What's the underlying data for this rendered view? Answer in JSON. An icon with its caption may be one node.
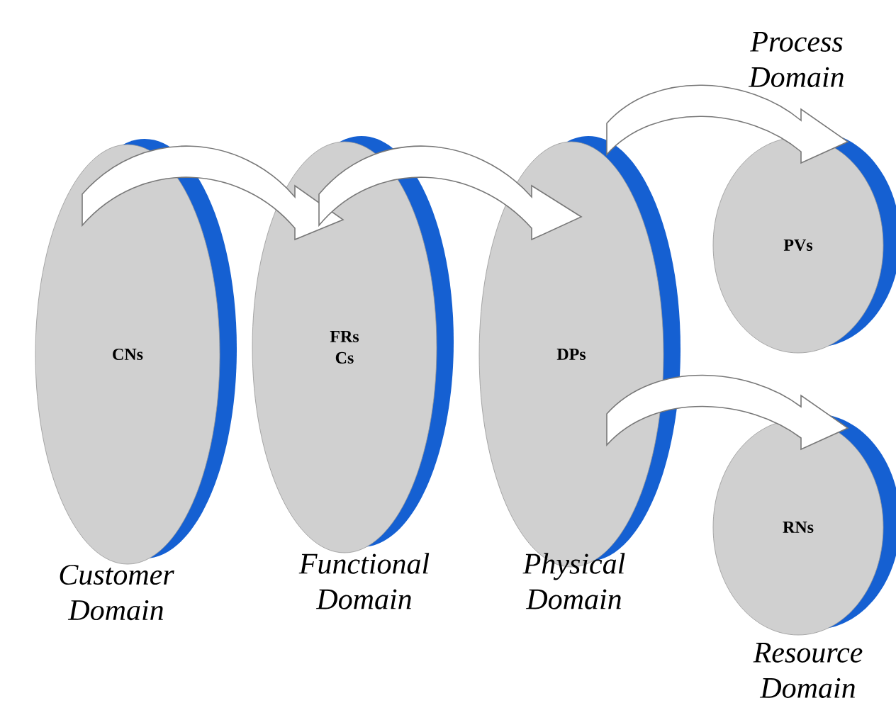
{
  "diagram": {
    "nodes": [
      {
        "text": [
          "CNs"
        ],
        "beside": [
          "Customer Domain"
        ]
      },
      {
        "text": [
          "FRs Cs"
        ],
        "beside": [
          "Functional Domain"
        ]
      },
      {
        "text": [
          "DPs"
        ],
        "beside": [
          "Physical Domain"
        ]
      },
      {
        "text": [
          "PVs"
        ],
        "beside": [
          "Process Domain"
        ]
      },
      {
        "text": [
          "RNs"
        ],
        "beside": [
          "Resource Domain"
        ]
      }
    ],
    "edges": [
      {
        "from": 0,
        "to": 1,
        "arrow": "to"
      },
      {
        "from": 1,
        "to": 2,
        "arrow": "to"
      },
      {
        "from": 2,
        "to": 3,
        "arrow": "to"
      },
      {
        "from": 2,
        "to": 4,
        "arrow": "to"
      }
    ]
  }
}
